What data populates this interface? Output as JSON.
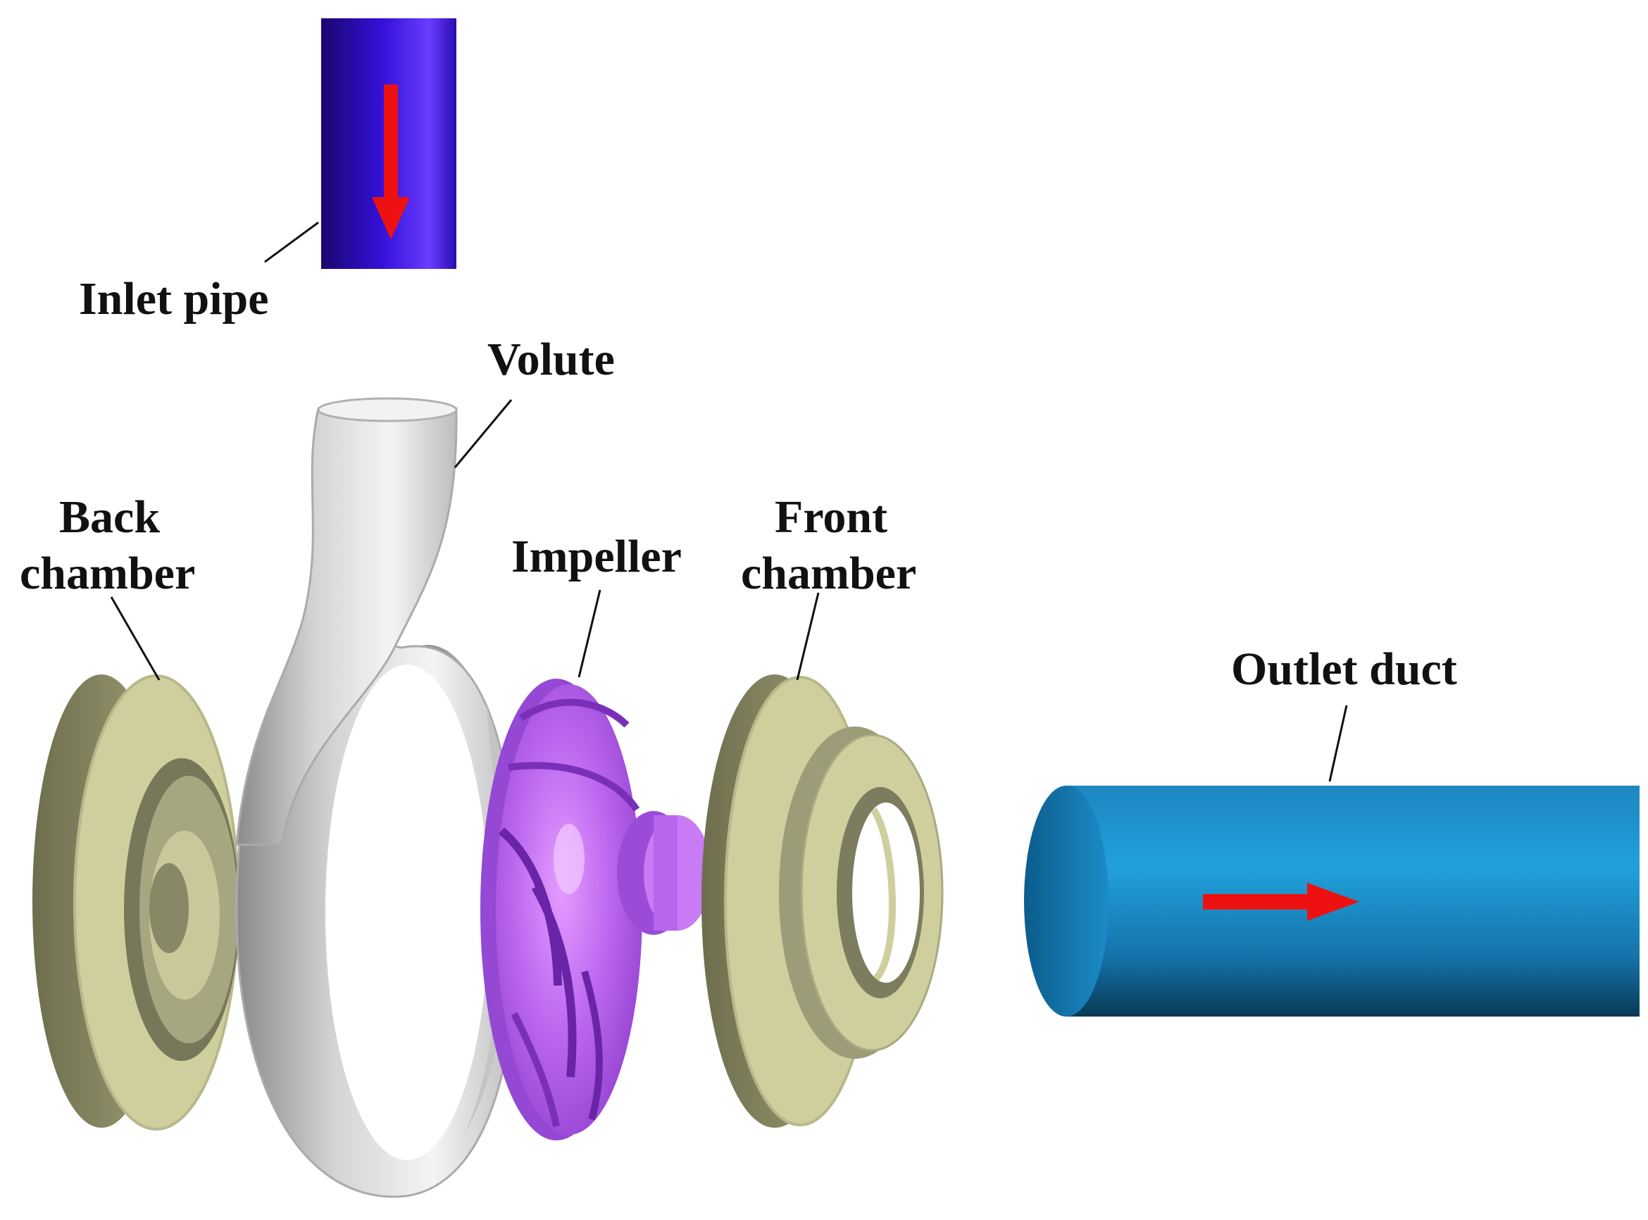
{
  "labels": {
    "inlet_pipe": "Inlet pipe",
    "volute": "Volute",
    "back_chamber_line1": "Back",
    "back_chamber_line2": "chamber",
    "impeller": "Impeller",
    "front_chamber_line1": "Front",
    "front_chamber_line2": "chamber",
    "outlet_duct": "Outlet duct"
  },
  "colors": {
    "inlet_pipe": "#3a10e0",
    "volute": "#e6e6e6",
    "chamber": "#cfcf9e",
    "impeller": "#c06cf0",
    "outlet_duct": "#1a8cc8",
    "flow_arrow": "#ee1111"
  },
  "icons": {
    "inlet_flow": "arrow-down-icon",
    "outlet_flow": "arrow-right-icon"
  }
}
